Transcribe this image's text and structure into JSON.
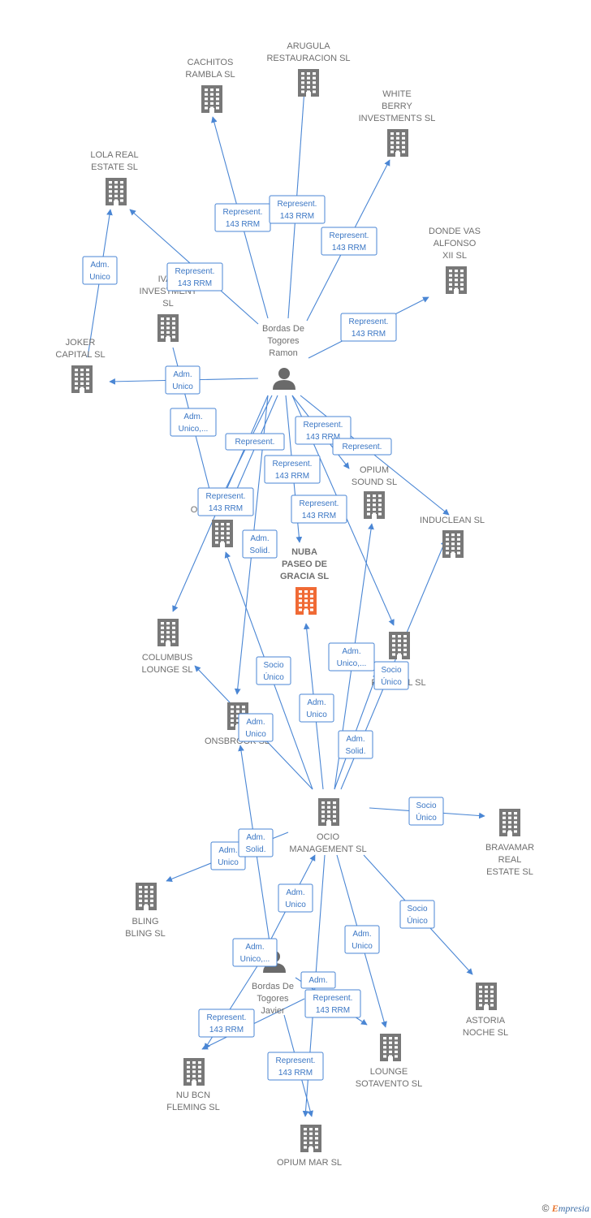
{
  "colors": {
    "edge": "#4a86d4",
    "building": "#787878",
    "highlight": "#f06a35",
    "person": "#6a6a6a"
  },
  "nodes": [
    {
      "id": "arugula",
      "type": "company",
      "label": [
        "ARUGULA",
        "RESTAURACION SL"
      ]
    },
    {
      "id": "cachitos",
      "type": "company",
      "label": [
        "CACHITOS",
        "RAMBLA SL"
      ]
    },
    {
      "id": "white",
      "type": "company",
      "label": [
        "WHITE",
        "BERRY",
        "INVESTMENTS SL"
      ]
    },
    {
      "id": "lola",
      "type": "company",
      "label": [
        "LOLA REAL",
        "ESTATE  SL"
      ]
    },
    {
      "id": "donde",
      "type": "company",
      "label": [
        "DONDE VAS",
        "ALFONSO",
        "XII SL"
      ]
    },
    {
      "id": "ivan",
      "type": "company",
      "label": [
        "IVAN",
        "INVESTMENT",
        "SL"
      ]
    },
    {
      "id": "joker",
      "type": "company",
      "label": [
        "JOKER",
        "CAPITAL  SL"
      ]
    },
    {
      "id": "ramon",
      "type": "person",
      "label": [
        "Bordas De",
        "Togores",
        "Ramon"
      ]
    },
    {
      "id": "opiumsound",
      "type": "company",
      "label": [
        "OPIUM",
        "SOUND SL"
      ]
    },
    {
      "id": "induclean",
      "type": "company",
      "label": [
        "INDUCLEAN  SL"
      ]
    },
    {
      "id": "o_hidden",
      "type": "company",
      "label": [
        "O"
      ]
    },
    {
      "id": "nuba",
      "type": "company",
      "highlight": true,
      "label": [
        "NUBA",
        "PASEO DE",
        "GRACIA  SL"
      ]
    },
    {
      "id": "columbus",
      "type": "company",
      "label": [
        "COLUMBUS",
        "LOUNGE  SL"
      ]
    },
    {
      "id": "festival",
      "type": "company",
      "label": [
        "ONA",
        "FESTIVAL SL"
      ]
    },
    {
      "id": "onsbrook",
      "type": "company",
      "label": [
        "ONSBROOK SL"
      ]
    },
    {
      "id": "ocio",
      "type": "company",
      "label": [
        "OCIO",
        "MANAGEMENT SL"
      ]
    },
    {
      "id": "bravamar",
      "type": "company",
      "label": [
        "BRAVAMAR",
        "REAL",
        "ESTATE SL"
      ]
    },
    {
      "id": "bling",
      "type": "company",
      "label": [
        "BLING",
        "BLING  SL"
      ]
    },
    {
      "id": "javier",
      "type": "person",
      "label": [
        "Bordas De",
        "Togores",
        "Javier"
      ]
    },
    {
      "id": "astoria",
      "type": "company",
      "label": [
        "ASTORIA",
        "NOCHE SL"
      ]
    },
    {
      "id": "lounge",
      "type": "company",
      "label": [
        "LOUNGE",
        "SOTAVENTO SL"
      ]
    },
    {
      "id": "nubcn",
      "type": "company",
      "label": [
        "NU BCN",
        "FLEMING  SL"
      ]
    },
    {
      "id": "opiummar",
      "type": "company",
      "label": [
        "OPIUM MAR SL"
      ]
    }
  ],
  "edges": [
    {
      "from": "ramon",
      "to": "cachitos",
      "label": [
        "Represent.",
        "143 RRM"
      ]
    },
    {
      "from": "ramon",
      "to": "arugula",
      "label": [
        "Represent.",
        "143 RRM"
      ]
    },
    {
      "from": "ramon",
      "to": "white",
      "label": [
        "Represent.",
        "143 RRM"
      ]
    },
    {
      "from": "ramon",
      "to": "lola",
      "label": [
        "Represent.",
        "143 RRM"
      ]
    },
    {
      "from": "ramon",
      "to": "donde",
      "label": [
        "Represent.",
        "143 RRM"
      ]
    },
    {
      "from": "joker",
      "to": "lola",
      "label": [
        "Adm.",
        "Unico"
      ]
    },
    {
      "from": "ramon",
      "to": "joker",
      "label": [
        "Adm.",
        "Unico"
      ]
    },
    {
      "from": "ivan",
      "to": "o_hidden",
      "label": [
        "Adm.",
        "Unico,..."
      ]
    },
    {
      "from": "ramon",
      "to": "opiumsound",
      "label": [
        "Represent.",
        "143 RRM"
      ]
    },
    {
      "from": "ramon",
      "to": "induclean",
      "label": [
        "Represent."
      ]
    },
    {
      "from": "ramon",
      "to": "o_hidden",
      "label": [
        "Represent."
      ]
    },
    {
      "from": "ramon",
      "to": "nuba",
      "label": [
        "Represent.",
        "143 RRM"
      ]
    },
    {
      "from": "ramon",
      "to": "o_hidden",
      "label": [
        "Represent.",
        "143 RRM"
      ]
    },
    {
      "from": "ramon",
      "to": "festival",
      "label": [
        "Represent.",
        "143 RRM"
      ]
    },
    {
      "from": "ramon",
      "to": "columbus",
      "label": []
    },
    {
      "from": "ramon",
      "to": "onsbrook",
      "label": [
        "Adm.",
        "Solid."
      ]
    },
    {
      "from": "ocio",
      "to": "o_hidden",
      "label": [
        "Socio",
        "Único"
      ]
    },
    {
      "from": "ocio",
      "to": "nuba",
      "label": [
        "Adm.",
        "Unico"
      ]
    },
    {
      "from": "ocio",
      "to": "opiumsound",
      "label": [
        "Adm.",
        "Unico,..."
      ]
    },
    {
      "from": "ocio",
      "to": "induclean",
      "label": [
        "Socio",
        "Único"
      ]
    },
    {
      "from": "ocio",
      "to": "festival",
      "label": [
        "Adm.",
        "Solid."
      ]
    },
    {
      "from": "ocio",
      "to": "columbus",
      "label": [
        "Adm.",
        "Unico"
      ]
    },
    {
      "from": "ocio",
      "to": "bravamar",
      "label": [
        "Socio",
        "Único"
      ]
    },
    {
      "from": "ocio",
      "to": "bling",
      "label": [
        "Adm.",
        "Unico"
      ]
    },
    {
      "from": "javier",
      "to": "onsbrook",
      "label": [
        "Adm.",
        "Solid."
      ]
    },
    {
      "from": "javier",
      "to": "ocio",
      "label": [
        "Adm.",
        "Unico"
      ]
    },
    {
      "from": "javier",
      "to": "nubcn",
      "label": [
        "Adm.",
        "Unico,..."
      ]
    },
    {
      "from": "ocio",
      "to": "astoria",
      "label": [
        "Socio",
        "Único"
      ]
    },
    {
      "from": "ocio",
      "to": "lounge",
      "label": [
        "Adm.",
        "Unico"
      ]
    },
    {
      "from": "javier",
      "to": "lounge",
      "label": [
        "Adm."
      ]
    },
    {
      "from": "javier",
      "to": "nubcn",
      "label": [
        "Represent.",
        "143 RRM"
      ]
    },
    {
      "from": "ocio",
      "to": "opiummar",
      "label": [
        "Represent.",
        "143 RRM"
      ]
    },
    {
      "from": "javier",
      "to": "opiummar",
      "label": [
        "Represent.",
        "143 RRM"
      ]
    }
  ],
  "footer": {
    "copyright": "©",
    "brand_e": "E",
    "brand_rest": "mpresia"
  }
}
